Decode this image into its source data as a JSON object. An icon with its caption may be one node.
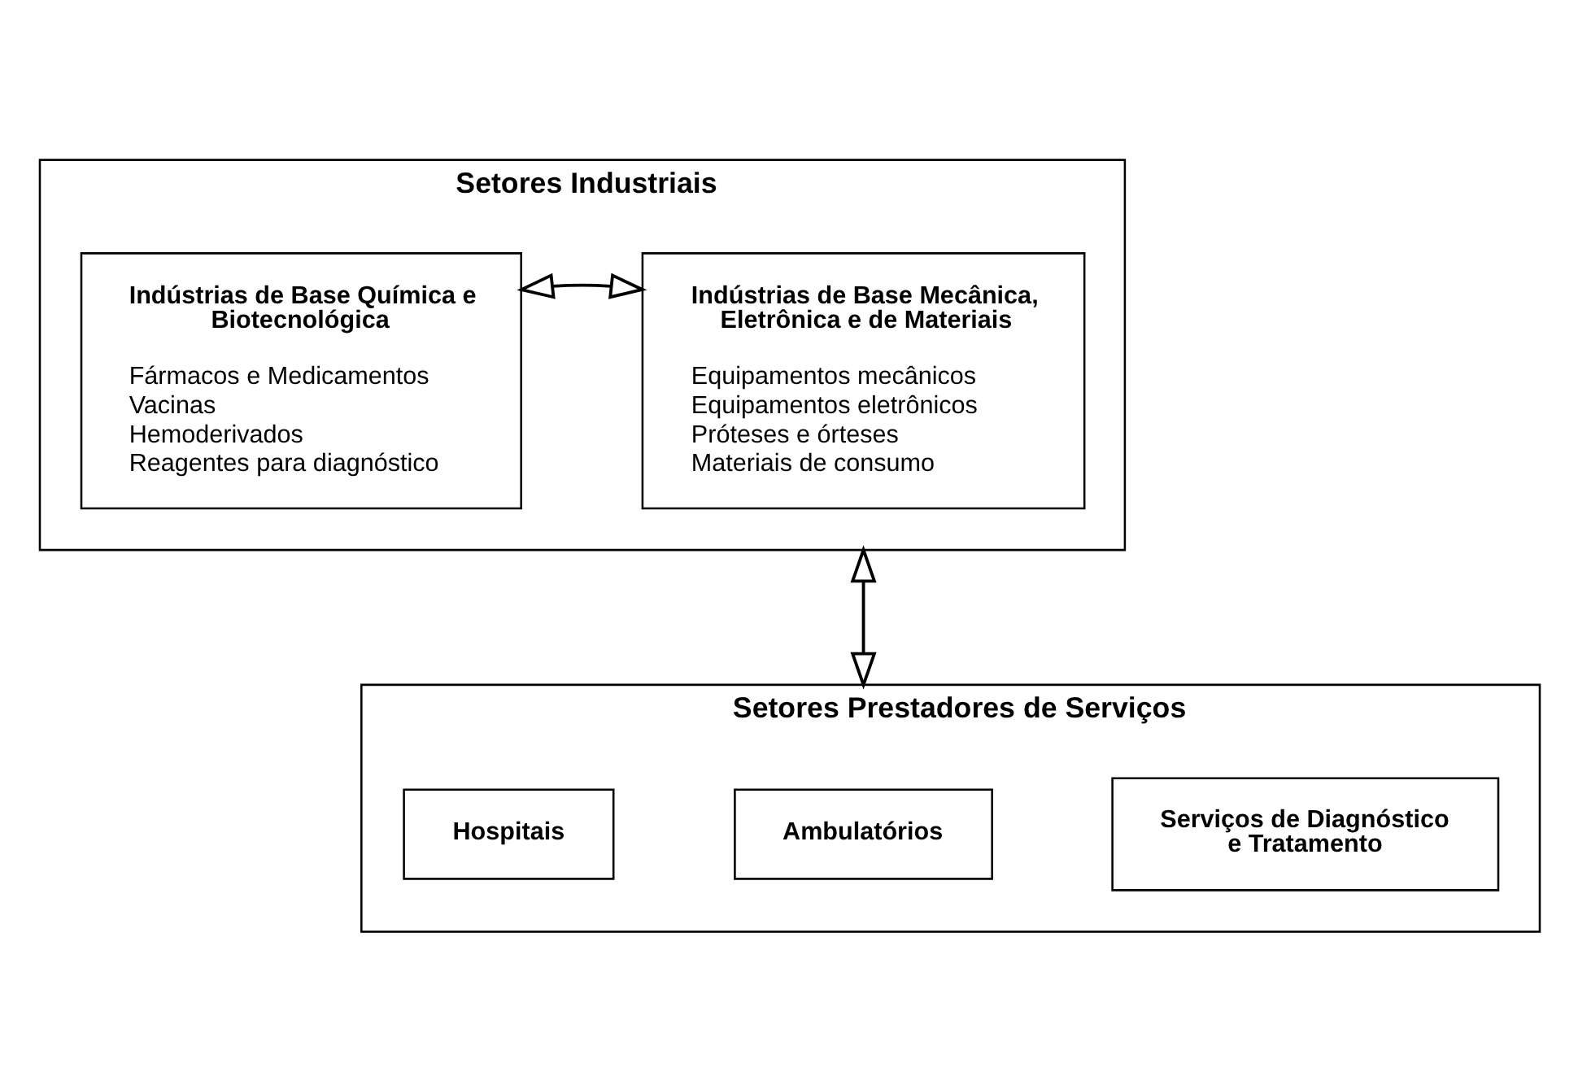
{
  "diagram": {
    "nodes": [
      {
        "text": [
          "Setores Industriais"
        ]
      },
      {
        "text": [
          "Indústrias de Base Química e Biotecnológica",
          "Fármacos e Medicamentos",
          "Vacinas",
          "Hemoderivados",
          "Reagentes para diagnóstico"
        ],
        "in": 0
      },
      {
        "text": [
          "Indústrias de Base Mecânica, Eletrônica e de Materiais",
          "Equipamentos mecânicos",
          "Equipamentos eletrônicos",
          "Próteses e órteses",
          "Materiais de consumo"
        ],
        "in": 0
      },
      {
        "text": [
          "Setores Prestadores de Serviços"
        ]
      },
      {
        "text": [
          "Hospitais"
        ],
        "in": 3
      },
      {
        "text": [
          "Ambulatórios"
        ],
        "in": 3
      },
      {
        "text": [
          "Serviços de Diagnóstico e Tratamento"
        ],
        "in": 3
      }
    ],
    "edges": [
      {
        "from": 1,
        "to": 2,
        "arrow": "both"
      },
      {
        "from": 0,
        "to": 3,
        "arrow": "both"
      }
    ]
  }
}
